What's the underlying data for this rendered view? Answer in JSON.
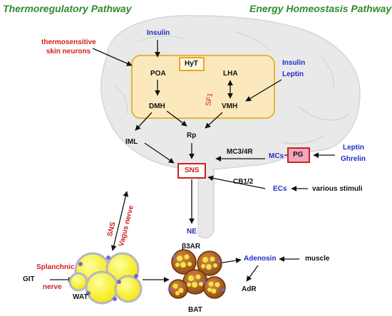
{
  "headers": {
    "left": "Thermoregulatory Pathway",
    "right": "Energy Homeostasis Pathway"
  },
  "labels": {
    "thermo_neurons_1": "thermosensitive",
    "thermo_neurons_2": "skin neurons",
    "insulin_top": "Insulin",
    "insulin_right": "Insulin",
    "leptin_right": "Leptin",
    "hyt": "HyT",
    "poa": "POA",
    "lha": "LHA",
    "dmh": "DMH",
    "vmh": "VMH",
    "sf1": "SF1",
    "iml": "IML",
    "rp": "Rp",
    "mc34r": "MC3/4R",
    "mcs": "MCs",
    "pg": "PG",
    "leptin": "Leptin",
    "ghrelin": "Ghrelin",
    "sns_box": "SNS",
    "cb12": "CB1/2",
    "ecs": "ECs",
    "various": "various stimuli",
    "sns_side": "SNS",
    "vagus": "Vagus nerve",
    "ne": "NE",
    "b3ar": "β3AR",
    "adenosin": "Adenosin",
    "muscle": "muscle",
    "splanchnic": "Splanchnic",
    "nerve": "nerve",
    "git": "GIT",
    "wat": "WAT",
    "adr": "AdR",
    "bat": "BAT"
  },
  "colors": {
    "header_green": "#2e8b2e",
    "label_blue": "#1f2ec9",
    "label_red": "#d01f1f",
    "hypothalamus_fill": "#fde9b8",
    "hypothalamus_stroke": "#e8b43a",
    "pg_fill": "#f4a6c0",
    "brain_fill": "#e6e6e6",
    "wat_fat": "#ffff33",
    "bat_cell": "#b8651f"
  }
}
